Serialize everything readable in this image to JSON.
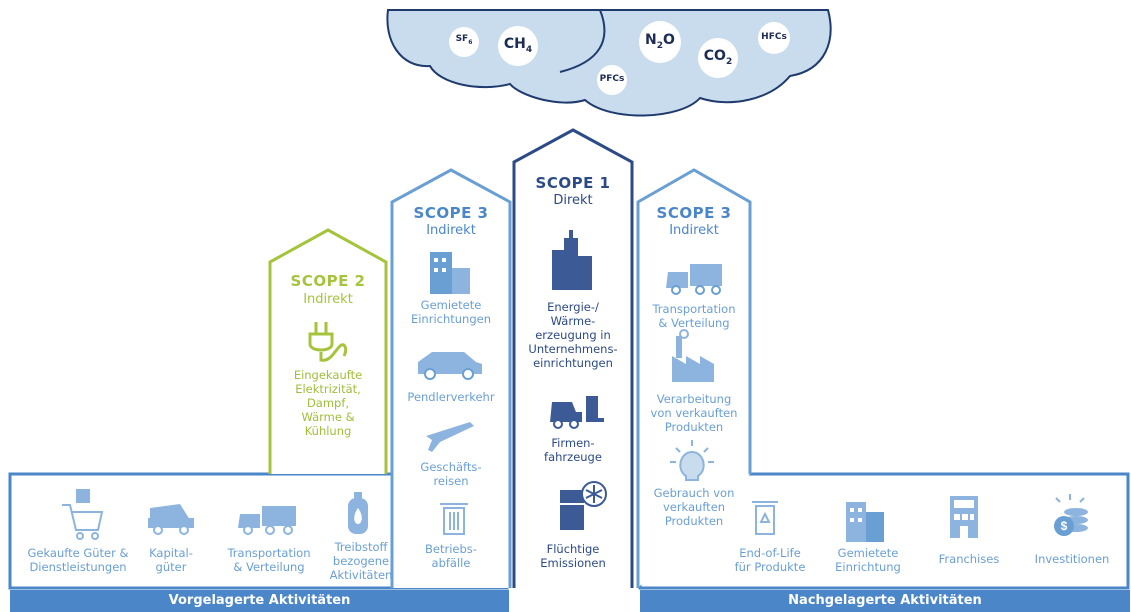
{
  "gases": {
    "sf6": "SF",
    "sf6_sub": "6",
    "ch4": "CH",
    "ch4_sub": "4",
    "n2o_a": "N",
    "n2o_sub": "2",
    "n2o_b": "O",
    "co2": "CO",
    "co2_sub": "2",
    "pfcs": "PFCs",
    "hfcs": "HFCs"
  },
  "scope2": {
    "title": "SCOPE 2",
    "subtitle": "Indirekt",
    "item": "Eingekaufte\nElektrizität,\nDampf,\nWärme &\nKühlung"
  },
  "scope3_up": {
    "title": "SCOPE 3",
    "subtitle": "Indirekt",
    "items": [
      "Gemietete\nEinrichtungen",
      "Pendlerverkehr",
      "Geschäfts-\nreisen",
      "Betriebs-\nabfälle"
    ]
  },
  "scope1": {
    "title": "SCOPE 1",
    "subtitle": "Direkt",
    "items": [
      "Energie-/\nWärme-\nerzeugung in\nUnternehmens-\neinrichtungen",
      "Firmen-\nfahrzeuge",
      "Flüchtige\nEmissionen"
    ]
  },
  "scope3_down": {
    "title": "SCOPE 3",
    "subtitle": "Indirekt",
    "items": [
      "Transportation\n& Verteilung",
      "Verarbeitung\nvon verkauften\nProdukten",
      "Gebrauch von\nverkauften\nProdukten"
    ]
  },
  "upstream_items": [
    "Gekaufte Güter &\nDienstleistungen",
    "Kapital-\ngüter",
    "Transportation\n& Verteilung",
    "Treibstoff\nbezogene\nAktivitäten"
  ],
  "downstream_items": [
    "End-of-Life\nfür Produkte",
    "Gemietete\nEinrichtung",
    "Franchises",
    "Investitionen"
  ],
  "bars": {
    "upstream": "Vorgelagerte Aktivitäten",
    "downstream": "Nachgelagerte Aktivitäten"
  },
  "colors": {
    "blue": "#4a86c8",
    "light_blue": "#6a9fd4",
    "dark_blue": "#2c4a86",
    "green": "#a5c43c",
    "cloud": "#c9dced"
  },
  "icons": [
    "shopping-cart-icon",
    "dump-truck-icon",
    "delivery-truck-icon",
    "fuel-tank-icon",
    "trash-bin-icon",
    "office-building-icon",
    "car-icon",
    "airplane-icon",
    "power-plug-icon",
    "city-buildings-icon",
    "forklift-icon",
    "fridge-snowflake-icon",
    "factory-icon",
    "lightbulb-icon",
    "recycle-bin-icon",
    "storefront-icon",
    "coins-dollar-icon"
  ]
}
